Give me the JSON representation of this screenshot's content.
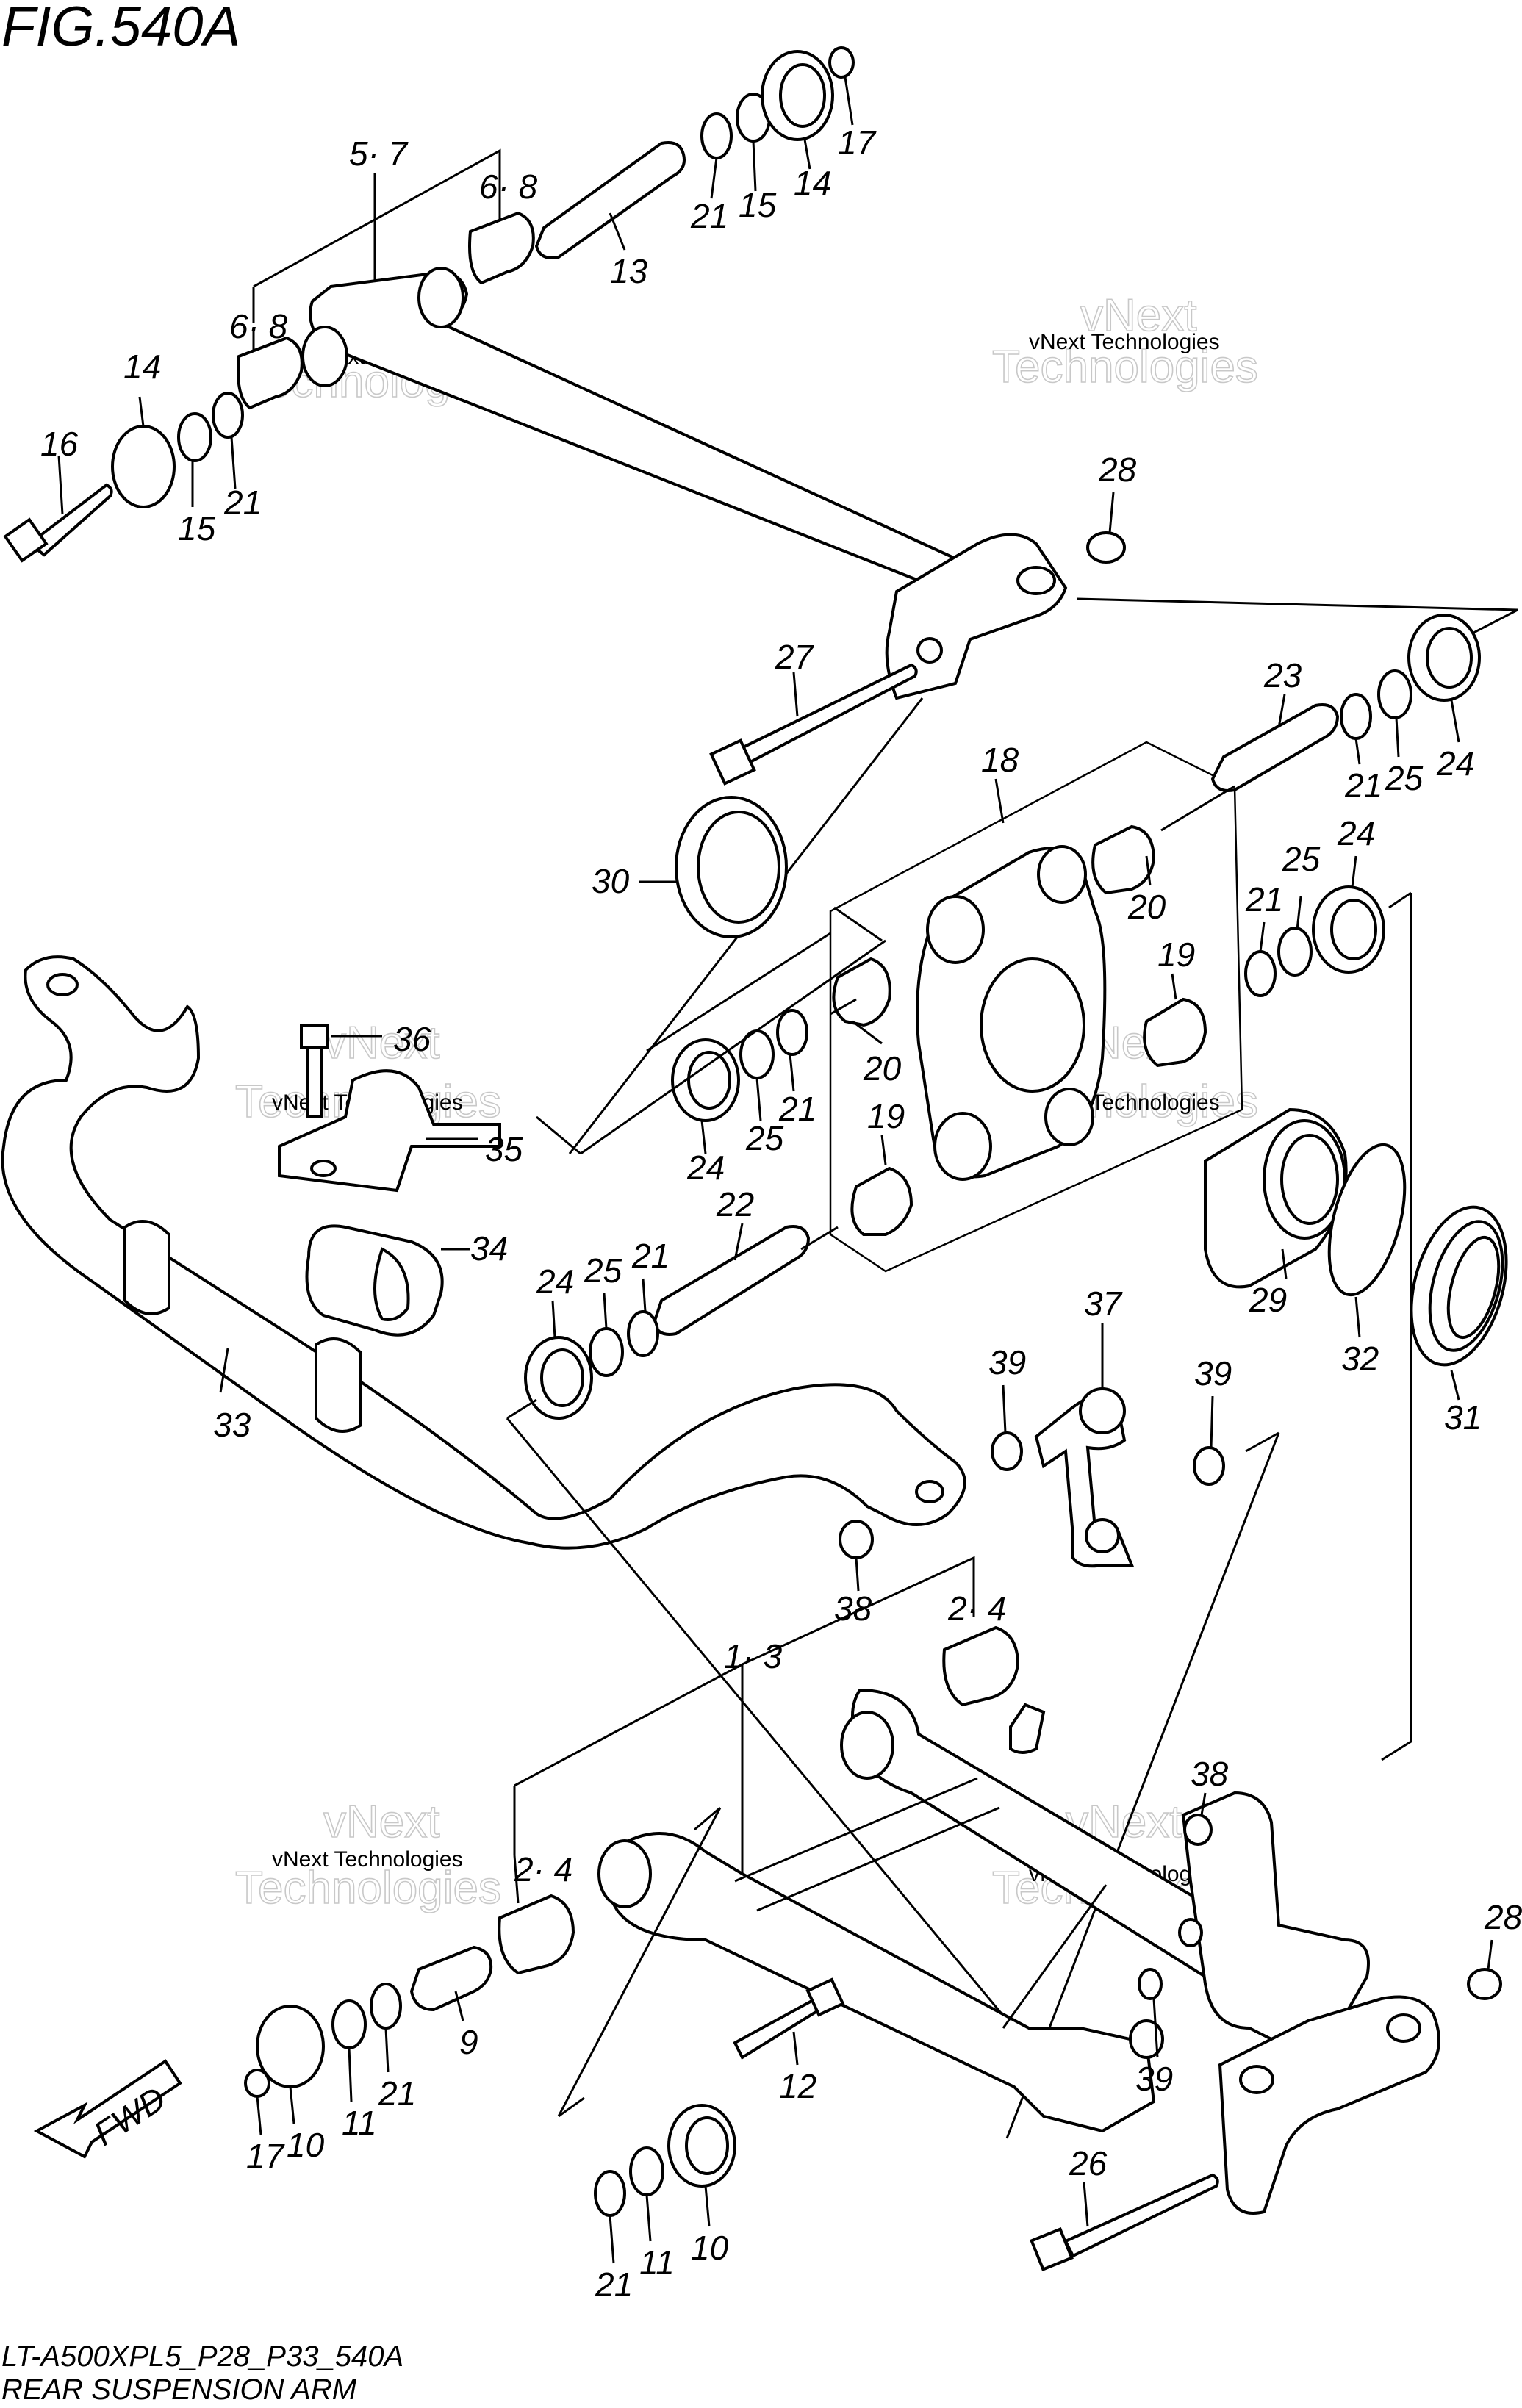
{
  "figure": {
    "title": "FIG.540A",
    "code": "LT-A500XPL5_P28_P33_540A",
    "caption": "REAR SUSPENSION ARM",
    "fwd_label": "FWD"
  },
  "watermark": {
    "line1": "vNext Technologies",
    "line2": "vNext",
    "line3": "Technologies"
  },
  "labels": {
    "l5_7": "5· 7",
    "l6_8_top": "6· 8",
    "l6_8_left": "6· 8",
    "l13": "13",
    "l21_a": "21",
    "l15_a": "15",
    "l14_a": "14",
    "l17_a": "17",
    "l14_b": "14",
    "l16": "16",
    "l15_b": "15",
    "l21_b": "21",
    "l28_a": "28",
    "l27": "27",
    "l23": "23",
    "l21_c": "21",
    "l25_a": "25",
    "l24_a": "24",
    "l18": "18",
    "l30": "30",
    "l20_a": "20",
    "l24_b": "24",
    "l25_b": "25",
    "l21_d": "21",
    "l19_a": "19",
    "l36": "36",
    "l35": "35",
    "l20_b": "20",
    "l24_c": "24",
    "l25_c": "25",
    "l21_e": "21",
    "l19_b": "19",
    "l34": "34",
    "l22": "22",
    "l29": "29",
    "l32": "32",
    "l31": "31",
    "l24_d": "24",
    "l25_d": "25",
    "l21_f": "21",
    "l33": "33",
    "l37": "37",
    "l39_a": "39",
    "l39_b": "39",
    "l38_a": "38",
    "l2_4_a": "2· 4",
    "l1_3": "1· 3",
    "l38_b": "38",
    "l2_4_b": "2· 4",
    "l28_b": "28",
    "l9": "9",
    "l12": "12",
    "l39_c": "39",
    "l17_b": "17",
    "l10_a": "10",
    "l11_a": "11",
    "l21_g": "21",
    "l26": "26",
    "l21_h": "21",
    "l11_b": "11",
    "l10_b": "10"
  }
}
